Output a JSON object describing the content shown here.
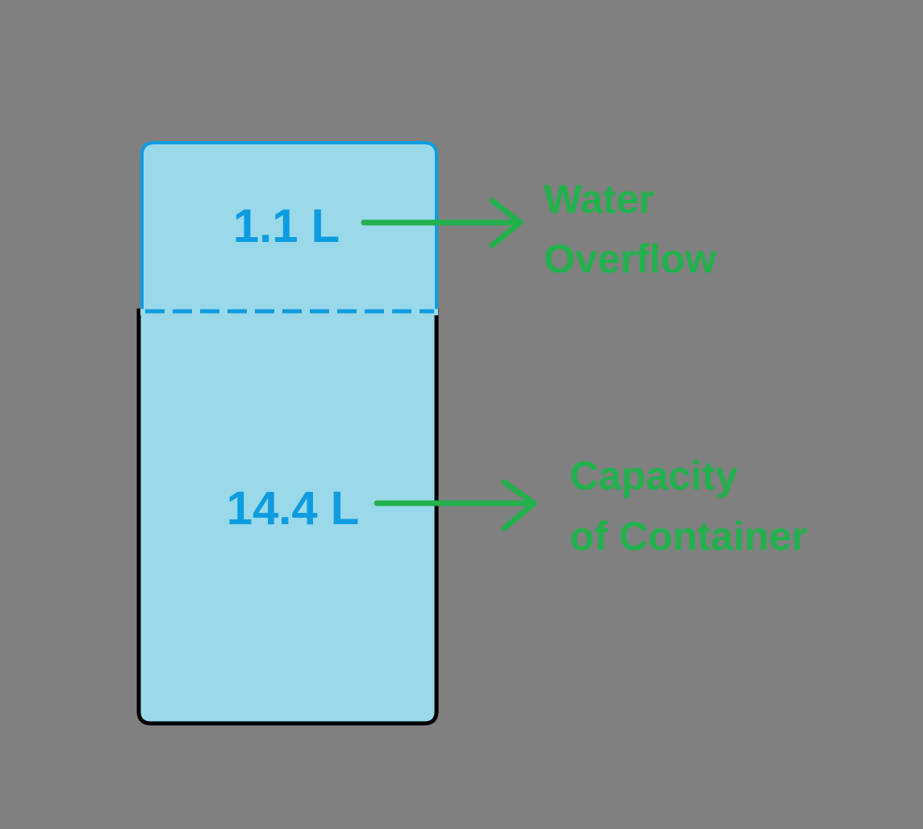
{
  "diagram": {
    "overflow_volume": "1.1 L",
    "capacity_volume": "14.4 L",
    "overflow_label": [
      "Water",
      "Overflow"
    ],
    "capacity_label": [
      "Capacity",
      "of Container"
    ]
  },
  "colors": {
    "background": "#808080",
    "water": "#99d9ea",
    "container_border_overflow": "#0e9ce0",
    "container_border": "#000000",
    "volume_text": "#0e9ce0",
    "label_text": "#22b14c"
  }
}
